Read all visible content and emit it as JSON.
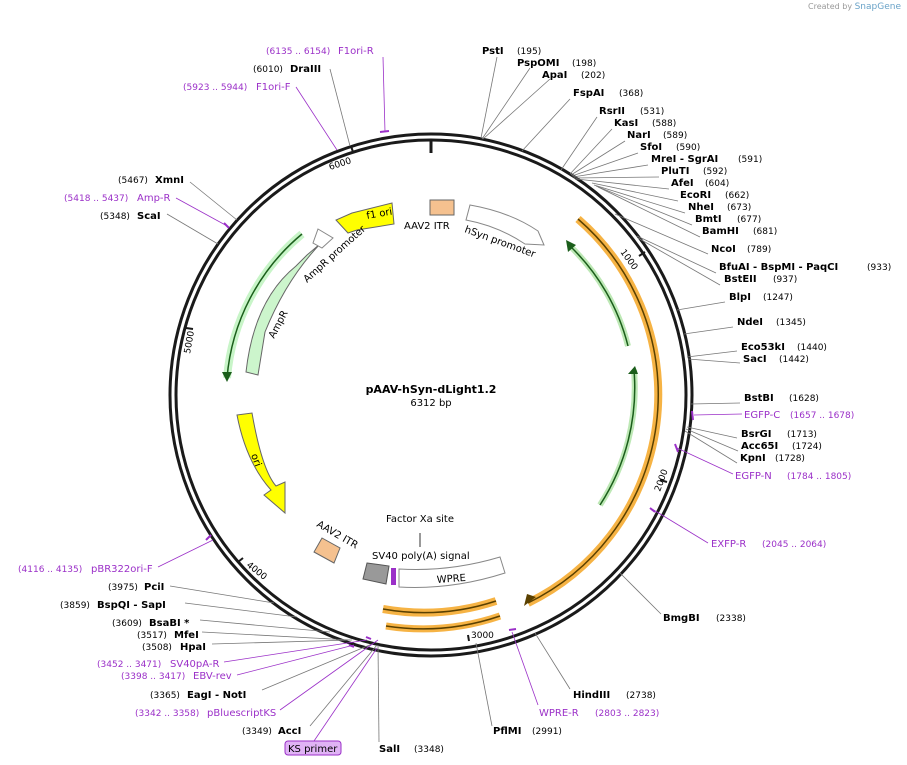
{
  "brand": {
    "prefix": "Created by",
    "name": "SnapGene"
  },
  "plasmid": {
    "name": "pAAV-hSyn-dLight1.2",
    "length": "6312 bp",
    "bp": 6312
  },
  "ticks": [
    "1000",
    "2000",
    "3000",
    "4000",
    "5000",
    "6000"
  ],
  "colors": {
    "backbone": "#1a1a1a",
    "gene_green": "#ccf5cc",
    "promoter_outline": "#888888",
    "ori_yellow": "#ffff00",
    "itr_orange": "#f5c18f",
    "dlight_orange": "#f5a623",
    "primer_purple": "#9b30c8",
    "polya_gray": "#999999"
  },
  "features": [
    {
      "name": "AAV2 ITR"
    },
    {
      "name": "hSyn promoter"
    },
    {
      "name": "f1 ori"
    },
    {
      "name": "AmpR promoter"
    },
    {
      "name": "AmpR"
    },
    {
      "name": "ori"
    },
    {
      "name": "AAV2 ITR"
    },
    {
      "name": "Factor Xa site"
    },
    {
      "name": "SV40 poly(A) signal"
    },
    {
      "name": "WPRE"
    }
  ],
  "enzymes": [
    {
      "name": "PstI",
      "pos": "(195)"
    },
    {
      "name": "PspOMI",
      "pos": "(198)"
    },
    {
      "name": "ApaI",
      "pos": "(202)"
    },
    {
      "name": "FspAI",
      "pos": "(368)"
    },
    {
      "name": "RsrII",
      "pos": "(531)"
    },
    {
      "name": "KasI",
      "pos": "(588)"
    },
    {
      "name": "NarI",
      "pos": "(589)"
    },
    {
      "name": "SfoI",
      "pos": "(590)"
    },
    {
      "name": "MreI - SgrAI",
      "pos": "(591)"
    },
    {
      "name": "PluTI",
      "pos": "(592)"
    },
    {
      "name": "AfeI",
      "pos": "(604)"
    },
    {
      "name": "EcoRI",
      "pos": "(662)"
    },
    {
      "name": "NheI",
      "pos": "(673)"
    },
    {
      "name": "BmtI",
      "pos": "(677)"
    },
    {
      "name": "BamHI",
      "pos": "(681)"
    },
    {
      "name": "NcoI",
      "pos": "(789)"
    },
    {
      "name": "BfuAI - BspMI - PaqCI",
      "pos": "(933)"
    },
    {
      "name": "BstEII",
      "pos": "(937)"
    },
    {
      "name": "BlpI",
      "pos": "(1247)"
    },
    {
      "name": "NdeI",
      "pos": "(1345)"
    },
    {
      "name": "Eco53kI",
      "pos": "(1440)"
    },
    {
      "name": "SacI",
      "pos": "(1442)"
    },
    {
      "name": "BstBI",
      "pos": "(1628)"
    },
    {
      "name": "BsrGI",
      "pos": "(1713)"
    },
    {
      "name": "Acc65I",
      "pos": "(1724)"
    },
    {
      "name": "KpnI",
      "pos": "(1728)"
    },
    {
      "name": "BmgBI",
      "pos": "(2338)"
    },
    {
      "name": "HindIII",
      "pos": "(2738)"
    },
    {
      "name": "PflMI",
      "pos": "(2991)"
    },
    {
      "name": "SalI",
      "pos": "(3348)"
    },
    {
      "name": "AccI",
      "pos": "(3349)"
    },
    {
      "name": "EagI - NotI",
      "pos": "(3365)"
    },
    {
      "name": "HpaI",
      "pos": "(3508)"
    },
    {
      "name": "MfeI",
      "pos": "(3517)"
    },
    {
      "name": "BsaBI *",
      "pos": "(3609)"
    },
    {
      "name": "BspQI - SapI",
      "pos": "(3859)"
    },
    {
      "name": "PciI",
      "pos": "(3975)"
    },
    {
      "name": "ScaI",
      "pos": "(5348)"
    },
    {
      "name": "XmnI",
      "pos": "(5467)"
    },
    {
      "name": "DraIII",
      "pos": "(6010)"
    }
  ],
  "primers": [
    {
      "name": "F1ori-R",
      "pos": "(6135 .. 6154)"
    },
    {
      "name": "F1ori-F",
      "pos": "(5923 .. 5944)"
    },
    {
      "name": "Amp-R",
      "pos": "(5418 .. 5437)"
    },
    {
      "name": "EGFP-C",
      "pos": "(1657 .. 1678)"
    },
    {
      "name": "EGFP-N",
      "pos": "(1784 .. 1805)"
    },
    {
      "name": "EXFP-R",
      "pos": "(2045 .. 2064)"
    },
    {
      "name": "WPRE-R",
      "pos": "(2803 .. 2823)"
    },
    {
      "name": "pBR322ori-F",
      "pos": "(4116 .. 4135)"
    },
    {
      "name": "SV40pA-R",
      "pos": "(3452 .. 3471)"
    },
    {
      "name": "EBV-rev",
      "pos": "(3398 .. 3417)"
    },
    {
      "name": "pBluescriptKS",
      "pos": "(3342 .. 3358)"
    },
    {
      "name": "KS primer",
      "pos": ""
    }
  ]
}
